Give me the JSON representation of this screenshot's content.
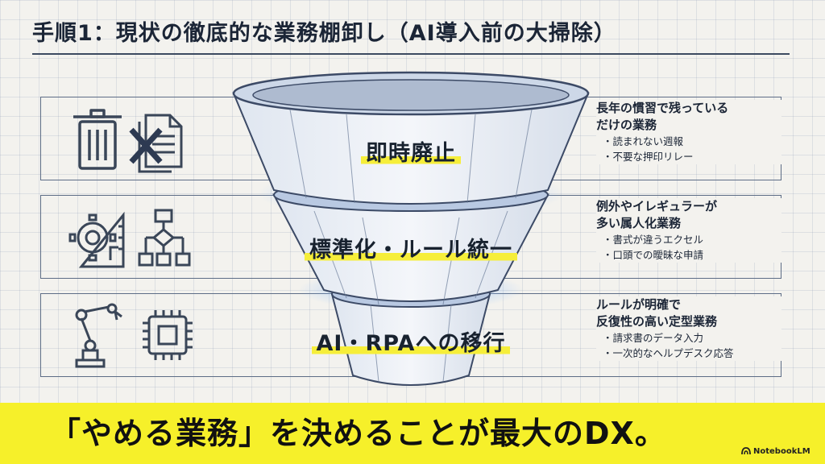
{
  "title": "手順1：現状の徹底的な業務棚卸し（AI導入前の大掃除）",
  "stages": [
    {
      "label": "即時廃止",
      "description": "長年の慣習で残っているだけの業務",
      "description_lines": [
        "長年の慣習で残っている",
        "だけの業務"
      ],
      "examples": [
        "読まれない週報",
        "不要な押印リレー"
      ],
      "icons": [
        "trash-icon",
        "document-cross-icon"
      ]
    },
    {
      "label": "標準化・ルール統一",
      "description_lines": [
        "例外やイレギュラーが",
        "多い属人化業務"
      ],
      "examples": [
        "書式が違うエクセル",
        "口頭での曖昧な申請"
      ],
      "icons": [
        "gear-ruler-icon",
        "flowchart-icon"
      ]
    },
    {
      "label": "AI・RPAへの移行",
      "description_lines": [
        "ルールが明確で",
        "反復性の高い定型業務"
      ],
      "examples": [
        "請求書のデータ入力",
        "一次的なヘルプデスク応答"
      ],
      "icons": [
        "robot-arm-icon",
        "chip-icon"
      ]
    }
  ],
  "banner": "「やめる業務」を決めることが最大のDX。",
  "logo": "NotebookLM",
  "colors": {
    "highlight": "#f6ee3a",
    "banner": "#f6f02a",
    "line": "#3c4a60",
    "glow": "#6fa8ff"
  }
}
